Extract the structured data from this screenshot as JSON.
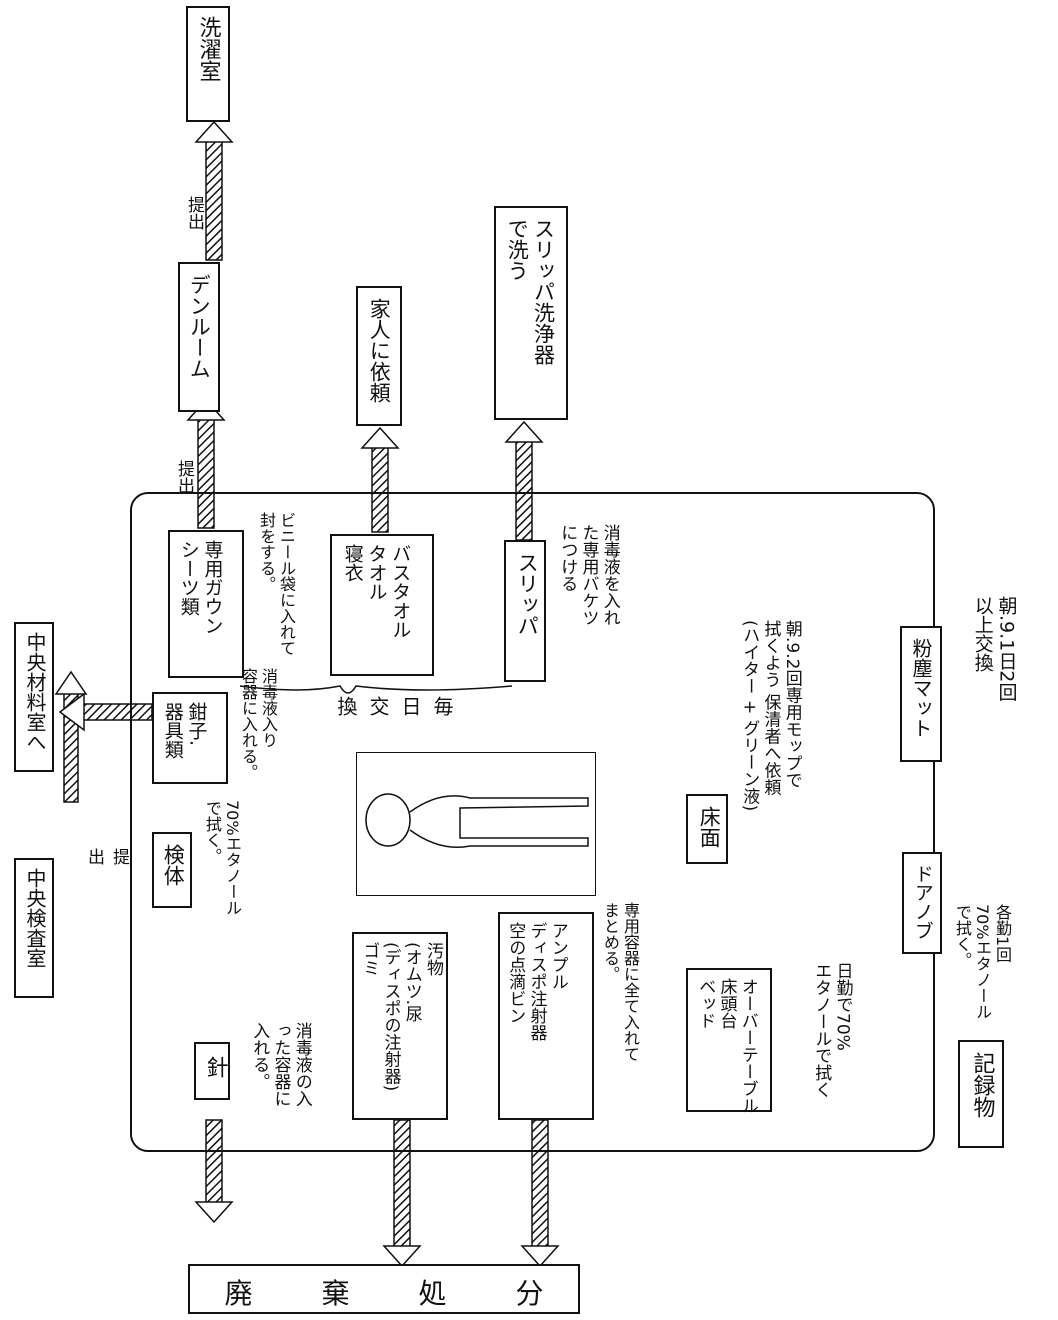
{
  "destinations": {
    "central_lab": "中央検査室",
    "central_supply": "中央材料室へ",
    "linen_room": "デンルーム",
    "laundry": "洗濯室",
    "family": "家人に依頼",
    "slipper_washer": "スリッパ洗浄器\nで洗う",
    "disposal": [
      "廃",
      "棄",
      "処",
      "分"
    ]
  },
  "arrow_labels": {
    "submit_lab": "提\n出",
    "submit_linen": "提出",
    "submit_laundry": "提出"
  },
  "items": {
    "needle": "針",
    "needle_note": "消毒液の入\nった容器に\n入れる。",
    "waste": "汚物\n(オムツ.尿\n(ディスポの注射器)\nゴミ",
    "ampoule": "アンプル\nディスポ注射器\n空の点滴ビン",
    "ampoule_note": "専用容器に全て入れて\nまとめる。",
    "specimen": "検体",
    "specimen_note": "70%エタノール\nで拭く。",
    "forceps": "鉗子.\n器具類",
    "forceps_note": "消毒液入り\n容器に入れる。",
    "gown": "専用ガウン\nシーツ類",
    "gown_note": "ビニール袋に入れて\n封をする。",
    "towel": "バスタオル\nタオル\n寝衣",
    "daily": "毎\n日\n交\n換",
    "slipper": "スリッパ",
    "slipper_note": "消毒液を入れ\nた専用バケツ\nにつける",
    "overtable": "オーバーテーブル\n床頭台\nベッド",
    "overtable_note": "日勤で70%\nエタノールで拭く",
    "floor": "床面",
    "floor_note": "朝.9.2回専用モップで\n拭くよう 保清者へ依頼\n(ハイター + グリーン液)",
    "doorknob": "ドアノブ",
    "doorknob_note": "各勤1回\n70%エタノール\nで拭く。",
    "mat": "粉塵マット",
    "mat_note": "朝.9.1日2回\n以上交換",
    "records": "記録物"
  }
}
